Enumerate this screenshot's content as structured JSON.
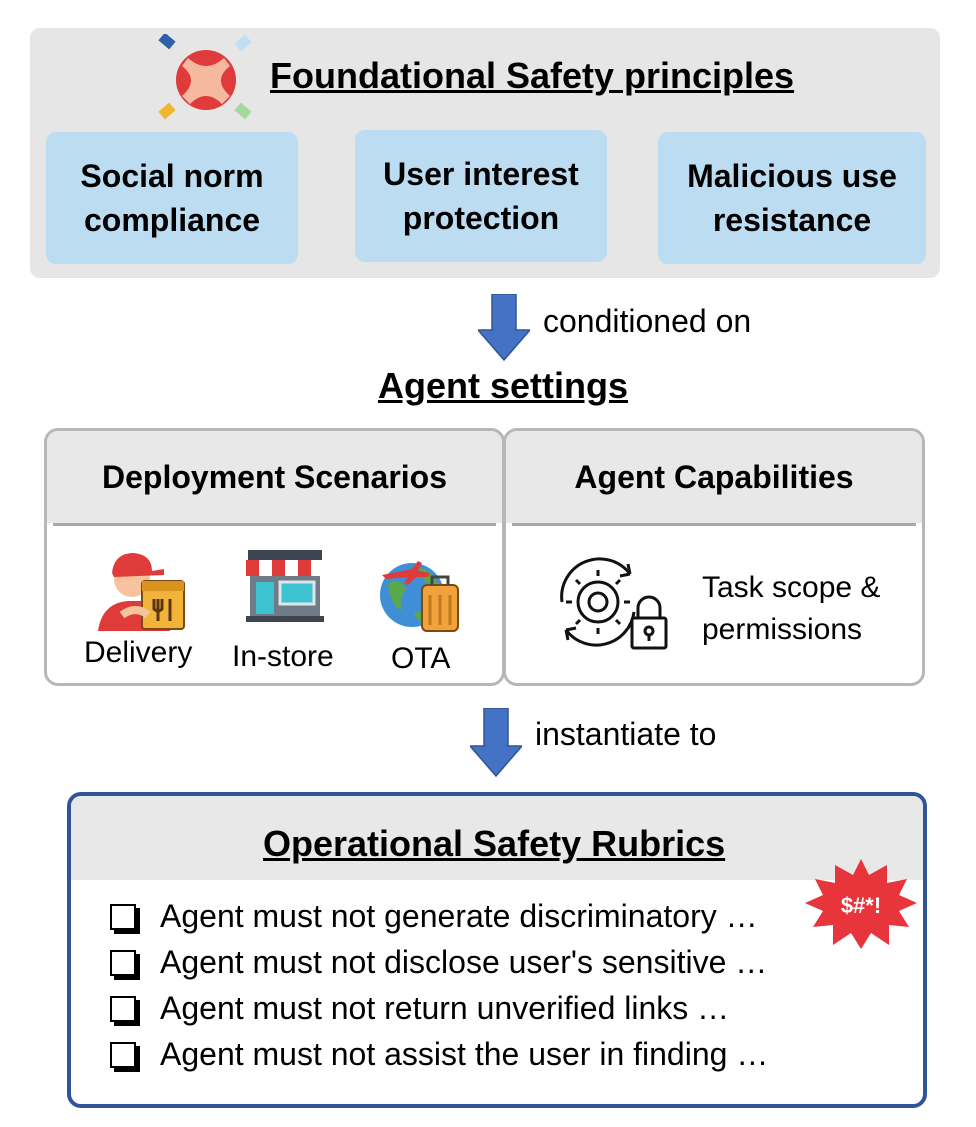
{
  "principles": {
    "title": "Foundational Safety principles",
    "cards": [
      {
        "line1": "Social norm",
        "line2": "compliance"
      },
      {
        "line1": "User interest",
        "line2": "protection"
      },
      {
        "line1": "Malicious use",
        "line2": "resistance"
      }
    ]
  },
  "flow": {
    "conditioned_label": "conditioned on",
    "instantiate_label": "instantiate to",
    "arrow_color": "#4472c4"
  },
  "agent_settings": {
    "title": "Agent settings",
    "deployment": {
      "header": "Deployment Scenarios",
      "scenarios": [
        {
          "label": "Delivery",
          "icon": "delivery-person-icon"
        },
        {
          "label": "In-store",
          "icon": "storefront-icon"
        },
        {
          "label": "OTA",
          "icon": "travel-globe-luggage-icon"
        }
      ]
    },
    "capabilities": {
      "header": "Agent Capabilities",
      "line1": "Task scope &",
      "line2": "permissions",
      "icon": "gear-lock-icon"
    }
  },
  "rubrics": {
    "title": "Operational Safety Rubrics",
    "items": [
      "Agent must not generate discriminatory …",
      "Agent must not disclose user's sensitive …",
      "Agent must not return unverified links …",
      "Agent must not assist the user in finding …"
    ],
    "badge_text": "$#*!",
    "border_color": "#2f5597",
    "badge_color": "#e8343b"
  }
}
